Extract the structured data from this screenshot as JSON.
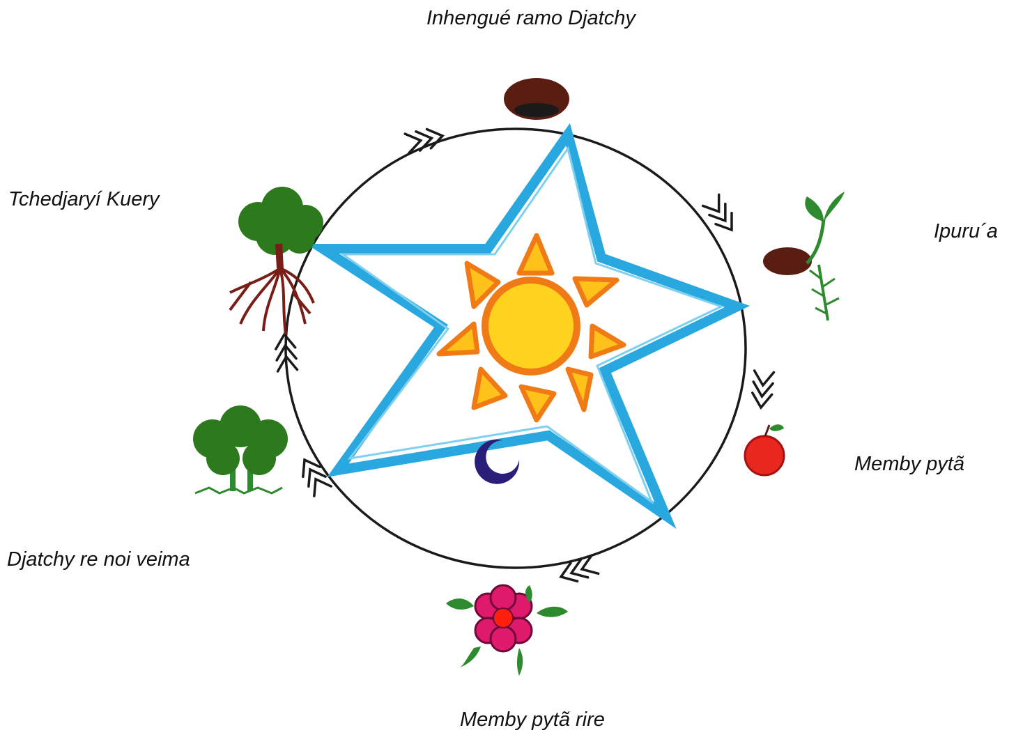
{
  "labels": {
    "top": "Inhengué ramo Djatchy",
    "right_upper": "Ipuru´a",
    "right_lower": "Memby pytã",
    "bottom": "Memby pytã rire",
    "left_lower": "Djatchy re noi veima",
    "left_upper": "Tchedjaryí Kuery"
  },
  "colors": {
    "circle": "#1a1a1a",
    "star": "#29a8e0",
    "sun_core": "#ffd21f",
    "sun_outline": "#f07a16",
    "moon": "#2a1f78",
    "seed": "#5a1d12",
    "leaf": "#2e8a2e",
    "tree_canopy": "#2d7a1e",
    "roots": "#7a1d17",
    "apple": "#e8281e",
    "flower": "#e01a6a"
  }
}
